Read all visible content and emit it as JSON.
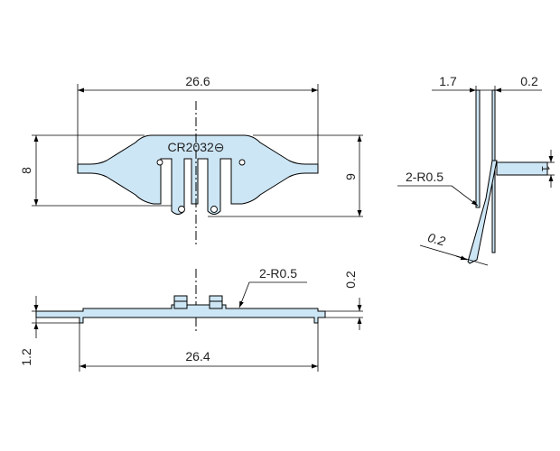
{
  "labels": {
    "top_width": "26.6",
    "left_height": "8",
    "right_height": "9",
    "part_marking": "CR2032⊖",
    "side_t1": "1.7",
    "side_t2": "0.2",
    "side_pin": "1",
    "side_radius": "2-R0.5",
    "side_thickness": "0.2",
    "front_radius": "2-R0.5",
    "front_thickness": "0.2",
    "front_height": "1.2",
    "bottom_width": "26.4"
  }
}
